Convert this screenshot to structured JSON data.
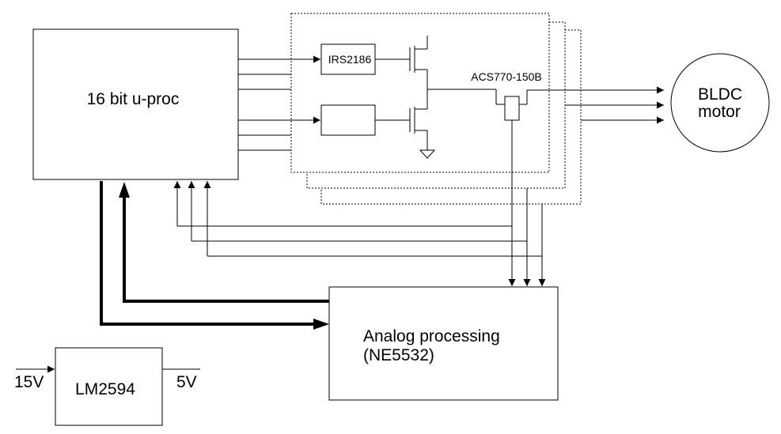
{
  "blocks": {
    "uproc": {
      "label": "16 bit u-proc"
    },
    "driver_top": {
      "label": "IRS2186"
    },
    "driver_bottom": {
      "label": ""
    },
    "sensor": {
      "label": "ACS770-150B"
    },
    "motor": {
      "line1": "BLDC",
      "line2": "motor"
    },
    "analog": {
      "line1": "Analog processing",
      "line2": "(NE5532)"
    },
    "regulator": {
      "label": "LM2594",
      "input": "15V",
      "output": "5V"
    }
  }
}
